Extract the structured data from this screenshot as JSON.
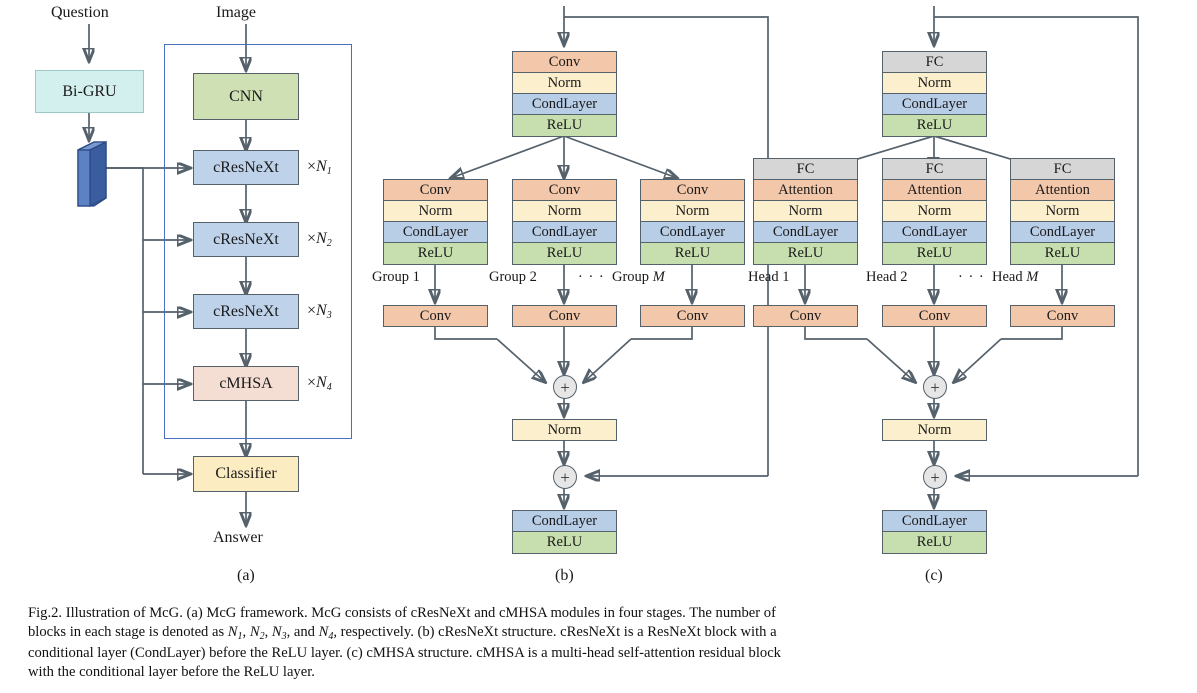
{
  "figure": {
    "caption_line1": "Fig.2.  Illustration of McG. (a) McG framework. McG consists of cResNeXt and cMHSA modules in four stages. The number of",
    "caption_line2_pre": "blocks in each stage is denoted as ",
    "caption_line2_n1": "N",
    "caption_line2_n1s": "1",
    "caption_line2_mid1": ", ",
    "caption_line2_n2": "N",
    "caption_line2_n2s": "2",
    "caption_line2_mid2": ", ",
    "caption_line2_n3": "N",
    "caption_line2_n3s": "3",
    "caption_line2_mid3": ", and ",
    "caption_line2_n4": "N",
    "caption_line2_n4s": "4",
    "caption_line2_post": ", respectively. (b) cResNeXt structure. cResNeXt is a ResNeXt block with a",
    "caption_line3": "conditional layer (CondLayer) before the ReLU layer. (c) cMHSA structure. cMHSA is a multi-head self-attention residual block",
    "caption_line4": "with the conditional layer before the ReLU layer.",
    "subcaption_a": "(a)",
    "subcaption_b": "(b)",
    "subcaption_c": "(c)"
  },
  "colors": {
    "green": "#cfe0b4",
    "blue": "#bed3ea",
    "pink": "#f4ded4",
    "yellow": "#fcecc2",
    "cyan": "#d4f0ee",
    "conv": "#f3c7a9",
    "norm": "#fcefcd",
    "condlayer": "#b8cde6",
    "relu": "#c7dfaf",
    "fc": "#d6d6d6",
    "prism": "#4a6fb5",
    "frame": "#4a6fbf",
    "edge": "#55616b"
  },
  "panel_a": {
    "input_question": "Question",
    "input_image": "Image",
    "output_answer": "Answer",
    "bigru": "Bi-GRU",
    "cnn": "CNN",
    "classifier": "Classifier",
    "stages": [
      {
        "label": "cResNeXt",
        "mult_symbol": "×",
        "mult_var": "N",
        "mult_sub": "1"
      },
      {
        "label": "cResNeXt",
        "mult_symbol": "×",
        "mult_var": "N",
        "mult_sub": "2"
      },
      {
        "label": "cResNeXt",
        "mult_symbol": "×",
        "mult_var": "N",
        "mult_sub": "3"
      },
      {
        "label": "cMHSA",
        "mult_symbol": "×",
        "mult_var": "N",
        "mult_sub": "4"
      }
    ]
  },
  "panel_b": {
    "title": "cResNeXt structure",
    "top_stack": [
      "Conv",
      "Norm",
      "CondLayer",
      "ReLU"
    ],
    "branch_stack": [
      "Conv",
      "Norm",
      "CondLayer",
      "ReLU"
    ],
    "branch_labels": [
      "Group 1",
      "Group 2",
      "Group M"
    ],
    "branch_ellipsis": "· · ·",
    "branch_last_var": "M",
    "branch_last_prefix": "Group ",
    "merge_boxes": [
      "Conv",
      "Conv",
      "Conv"
    ],
    "sum_symbol": "+",
    "norm": "Norm",
    "tail_stack": [
      "CondLayer",
      "ReLU"
    ]
  },
  "panel_c": {
    "title": "cMHSA structure",
    "top_stack": [
      "FC",
      "Norm",
      "CondLayer",
      "ReLU"
    ],
    "branch_stack": [
      "FC",
      "Attention",
      "Norm",
      "CondLayer",
      "ReLU"
    ],
    "branch_labels": [
      "Head 1",
      "Head 2",
      "Head M"
    ],
    "branch_ellipsis": "· · ·",
    "branch_last_var": "M",
    "branch_last_prefix": "Head ",
    "merge_boxes": [
      "Conv",
      "Conv",
      "Conv"
    ],
    "sum_symbol": "+",
    "norm": "Norm",
    "tail_stack": [
      "CondLayer",
      "ReLU"
    ]
  }
}
